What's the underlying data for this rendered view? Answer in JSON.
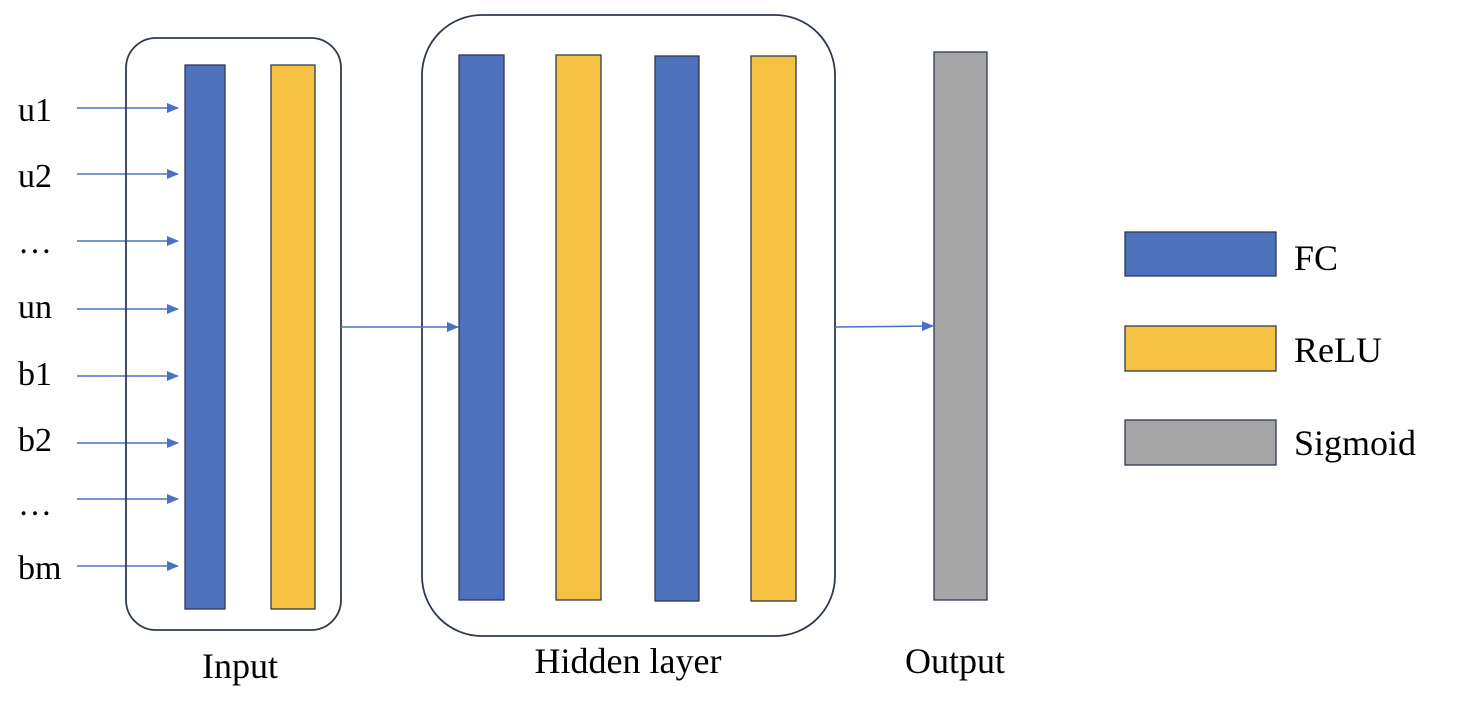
{
  "colors": {
    "fc": "#4e71be",
    "relu": "#f4c142",
    "sigmoid": "#a6a6a6",
    "stroke": "#2f3a4f",
    "arrow": "#4a72c4"
  },
  "inputs": [
    "u1",
    "u2",
    "…",
    "un",
    "b1",
    "b2",
    "…",
    "bm"
  ],
  "groups": {
    "input": "Input",
    "hidden": "Hidden layer",
    "output": "Output"
  },
  "legend": [
    {
      "label": "FC",
      "color_key": "fc"
    },
    {
      "label": "ReLU",
      "color_key": "relu"
    },
    {
      "label": "Sigmoid",
      "color_key": "sigmoid"
    }
  ],
  "layers": {
    "input": [
      "fc",
      "relu"
    ],
    "hidden": [
      "fc",
      "relu",
      "fc",
      "relu"
    ],
    "output": [
      "sigmoid"
    ]
  }
}
